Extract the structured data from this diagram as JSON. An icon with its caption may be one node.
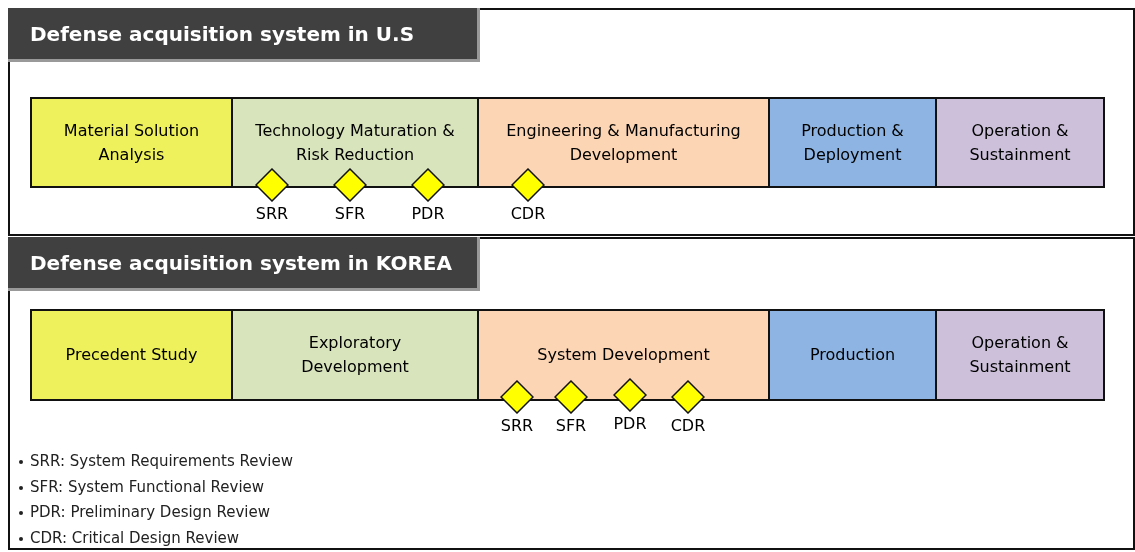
{
  "diagram": {
    "nodes": [
      {
        "text": [
          "Defense acquisition system in U.S"
        ]
      },
      {
        "text": [
          "Material Solution Analysis"
        ],
        "in": 0
      },
      {
        "text": [
          "Technology Maturation & Risk Reduction"
        ],
        "in": 0
      },
      {
        "text": [
          "Engineering & Manufacturing Development"
        ],
        "in": 0
      },
      {
        "text": [
          "Production & Deployment"
        ],
        "in": 0
      },
      {
        "text": [
          "Operation & Sustainment"
        ],
        "in": 0
      },
      {
        "text": [
          "SRR"
        ],
        "in": 0
      },
      {
        "text": [
          "SFR"
        ],
        "in": 0
      },
      {
        "text": [
          "PDR"
        ],
        "in": 0
      },
      {
        "text": [
          "CDR"
        ],
        "in": 0
      },
      {
        "text": [
          "Defense acquisition system in KOREA"
        ]
      },
      {
        "text": [
          "Precedent Study"
        ],
        "in": 10
      },
      {
        "text": [
          "Exploratory Development"
        ],
        "in": 10
      },
      {
        "text": [
          "System Development"
        ],
        "in": 10
      },
      {
        "text": [
          "Production"
        ],
        "in": 10
      },
      {
        "text": [
          "Operation & Sustainment"
        ],
        "in": 10
      },
      {
        "text": [
          "SRR"
        ],
        "in": 10
      },
      {
        "text": [
          "SFR"
        ],
        "in": 10
      },
      {
        "text": [
          "PDR"
        ],
        "in": 10
      },
      {
        "text": [
          "CDR"
        ],
        "in": 10
      }
    ],
    "labels": [
      "SRR: System Requirements Review",
      "SFR: System Functional Review",
      "PDR: Preliminary Design Review",
      "CDR: Critical Design Review"
    ]
  }
}
